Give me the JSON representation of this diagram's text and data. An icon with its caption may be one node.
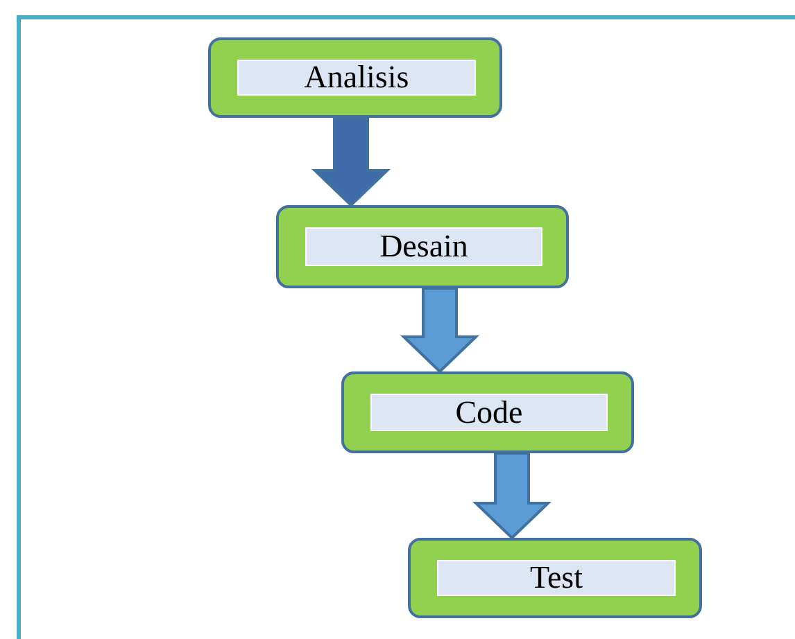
{
  "diagram": {
    "nodes": [
      {
        "text": [
          "Analisis"
        ]
      },
      {
        "text": [
          "Desain"
        ]
      },
      {
        "text": [
          "Code"
        ]
      },
      {
        "text": [
          "Test"
        ]
      }
    ],
    "edges": [
      {
        "from": 0,
        "to": 1,
        "arrow": "to",
        "color": "#3f6ca8"
      },
      {
        "from": 1,
        "to": 2,
        "arrow": "to"
      },
      {
        "from": 2,
        "to": 3,
        "arrow": "to"
      }
    ]
  }
}
